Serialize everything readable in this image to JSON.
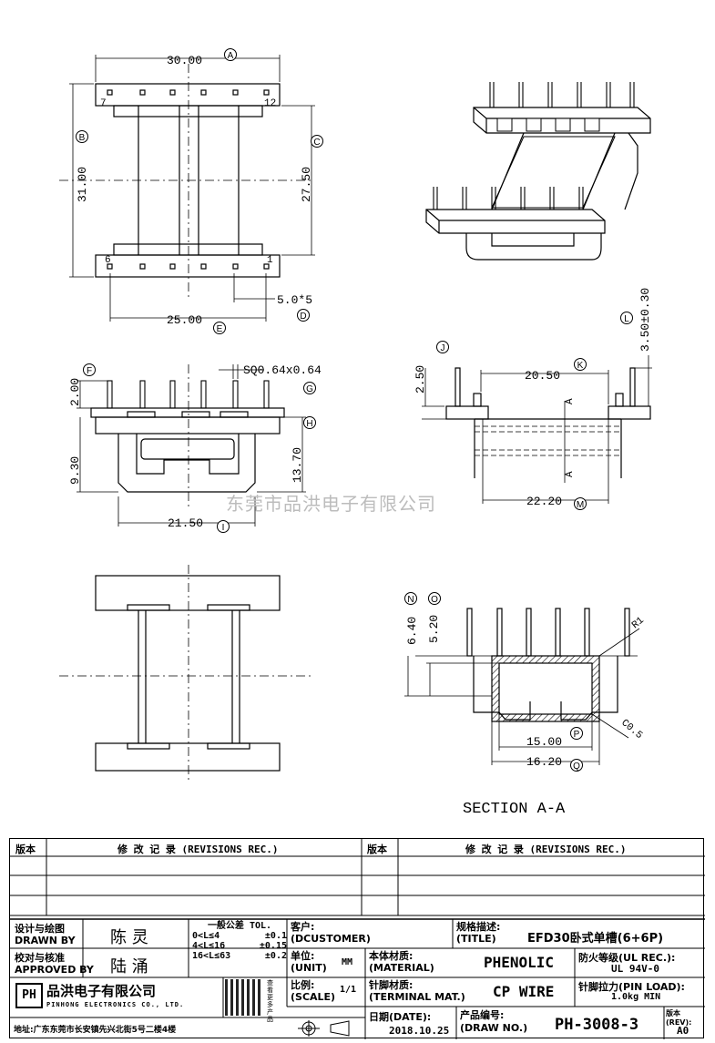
{
  "views": {
    "top": {
      "dim_width": "30.00",
      "dim_height_total": "31.00",
      "dim_height_inner": "27.50",
      "dim_pin_span": "25.00",
      "dim_pin_pitch": "5.0*5",
      "pin_start": "7",
      "pin_end_top": "12",
      "pin_left_bottom": "6",
      "pin_right_bottom": "1",
      "callouts": [
        "A",
        "B",
        "C",
        "D",
        "E"
      ]
    },
    "front": {
      "dim_pin_top": "2.00",
      "dim_pin_sq": "SQ0.64x0.64",
      "dim_flange": "9.30",
      "dim_body": "13.70",
      "dim_width": "21.50",
      "callouts": [
        "F",
        "G",
        "H",
        "I"
      ]
    },
    "side": {
      "dim_pin": "2.50",
      "dim_inner": "20.50",
      "dim_outer": "22.20",
      "dim_pin_len": "3.50±0.30",
      "section_marks": [
        "A",
        "A"
      ],
      "callouts": [
        "J",
        "K",
        "L",
        "M"
      ]
    },
    "section": {
      "dim_h1": "6.40",
      "dim_h2": "5.20",
      "dim_inner_w": "15.00",
      "dim_outer_w": "16.20",
      "radius": "R1",
      "chamfer": "C0.5",
      "callouts": [
        "N",
        "O",
        "P",
        "Q"
      ],
      "title": "SECTION  A-A"
    }
  },
  "watermark": "东莞市品洪电子有限公司",
  "revisions": {
    "col_version": "版本",
    "col_record": "修 改 记 录 (REVISIONS REC.)"
  },
  "titleblock": {
    "designer_label_cn": "设计与绘图",
    "designer_label_en": "DRAWN BY",
    "designer": "陈 灵",
    "checker_label_cn": "校对与核准",
    "checker_label_en": "APPROVED BY",
    "checker": "陆 涌",
    "tol_title": "一般公差 TOL.",
    "tol_rows": [
      {
        "range": "0<L≤4",
        "value": "±0.1"
      },
      {
        "range": "4<L≤16",
        "value": "±0.15"
      },
      {
        "range": "16<L≤63",
        "value": "±0.2"
      }
    ],
    "customer_label_cn": "客户:",
    "customer_label_en": "(DCUSTOMER)",
    "unit_label_cn": "单位:",
    "unit_label_en": "(UNIT)",
    "unit": "MM",
    "scale_label_cn": "比例:",
    "scale_label_en": "(SCALE)",
    "scale": "1/1",
    "title_label_cn": "规格描述:",
    "title_label_en": "(TITLE)",
    "title": "EFD30卧式单槽(6+6P)",
    "material_label_cn": "本体材质:",
    "material_label_en": "(MATERIAL)",
    "material": "PHENOLIC",
    "fire_label": "防火等级(UL REC.):",
    "fire": "UL 94V-0",
    "terminal_label_cn": "针脚材质:",
    "terminal_label_en": "(TERMINAL MAT.)",
    "terminal": "CP WIRE",
    "pinload_label": "针脚拉力(PIN LOAD):",
    "pinload": "1.0kg MIN",
    "date_label": "日期(DATE):",
    "date": "2018.10.25",
    "drawno_label_cn": "产品编号:",
    "drawno_label_en": "(DRAW NO.)",
    "drawno": "PH-3008-3",
    "rev_label": "版本(REV):",
    "rev": "A0",
    "company_cn": "品洪电子有限公司",
    "company_en": "PINHONG ELECTRONICS CO., LTD.",
    "address": "地址:广东东莞市长安镇先兴北街5号二楼4楼",
    "logo_text": "PH",
    "qr_caption": "查看更多产品"
  }
}
